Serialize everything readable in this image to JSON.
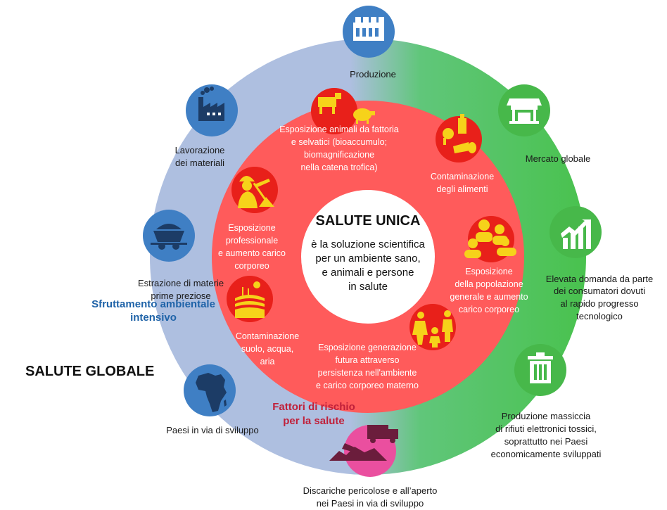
{
  "center": {
    "title": "SALUTE UNICA",
    "lines": [
      "è la soluzione scientifica",
      "per un ambiente sano,",
      "e animali e persone",
      "in salute"
    ]
  },
  "global_label": "SALUTE GLOBALE",
  "outer_left_title": [
    "Sfruttamento ambientale",
    "intensivo"
  ],
  "inner_bottom_title": [
    "Fattori di rischio",
    "per la salute"
  ],
  "outer_nodes": [
    {
      "icon": "factory-building-icon",
      "lines": [
        "Produzione"
      ]
    },
    {
      "icon": "market-stall-icon",
      "lines": [
        "Mercato globale"
      ]
    },
    {
      "icon": "growth-chart-icon",
      "lines": [
        "Elevata domanda da parte",
        "dei consumatori dovuti",
        "al rapido progresso",
        "tecnologico"
      ]
    },
    {
      "icon": "trash-bin-icon",
      "lines": [
        "Produzione massiccia",
        "di rifiuti elettronici tossici,",
        "soprattutto nei Paesi",
        "economicamente sviluppati"
      ]
    },
    {
      "icon": "garbage-truck-icon",
      "lines": [
        "Discariche pericolose e all’aperto",
        "nei Paesi in via di sviluppo"
      ]
    },
    {
      "icon": "africa-map-icon",
      "lines": [
        "Paesi in via di sviluppo"
      ]
    },
    {
      "icon": "mine-cart-icon",
      "lines": [
        "Estrazione di materie",
        "prime preziose"
      ]
    },
    {
      "icon": "factory-icon",
      "lines": [
        "Lavorazione",
        "dei materiali"
      ]
    }
  ],
  "inner_nodes": [
    {
      "icon": "farm-animals-icon",
      "lines": [
        "Esposizione animali da fattoria",
        "e selvatici (bioaccumulo;",
        "biomagnificazione",
        "nella catena trofica)"
      ]
    },
    {
      "icon": "food-icon",
      "lines": [
        "Contaminazione",
        "degli alimenti"
      ]
    },
    {
      "icon": "population-icon",
      "lines": [
        "Esposizione",
        "della popolazione",
        "generale e aumento",
        "carico corporeo"
      ]
    },
    {
      "icon": "family-icon",
      "lines": [
        "Esposizione generazione",
        "futura attraverso",
        "persistenza nell'ambiente",
        "e carico corporeo materno"
      ]
    },
    {
      "icon": "soil-water-air-icon",
      "lines": [
        "Contaminazione",
        "suolo, acqua,",
        "aria"
      ]
    },
    {
      "icon": "worker-icon",
      "lines": [
        "Esposizione",
        "professionale",
        "e aumento carico",
        "corporeo"
      ]
    }
  ],
  "colors": {
    "outer_blue": "#aebfe0",
    "outer_green": "#4cc25a",
    "inner_red": "#ff5a5a",
    "icon_blue": "#3f7fc4",
    "icon_green": "#47b84a",
    "icon_red": "#e8201a",
    "icon_pink": "#ea4f9f"
  }
}
